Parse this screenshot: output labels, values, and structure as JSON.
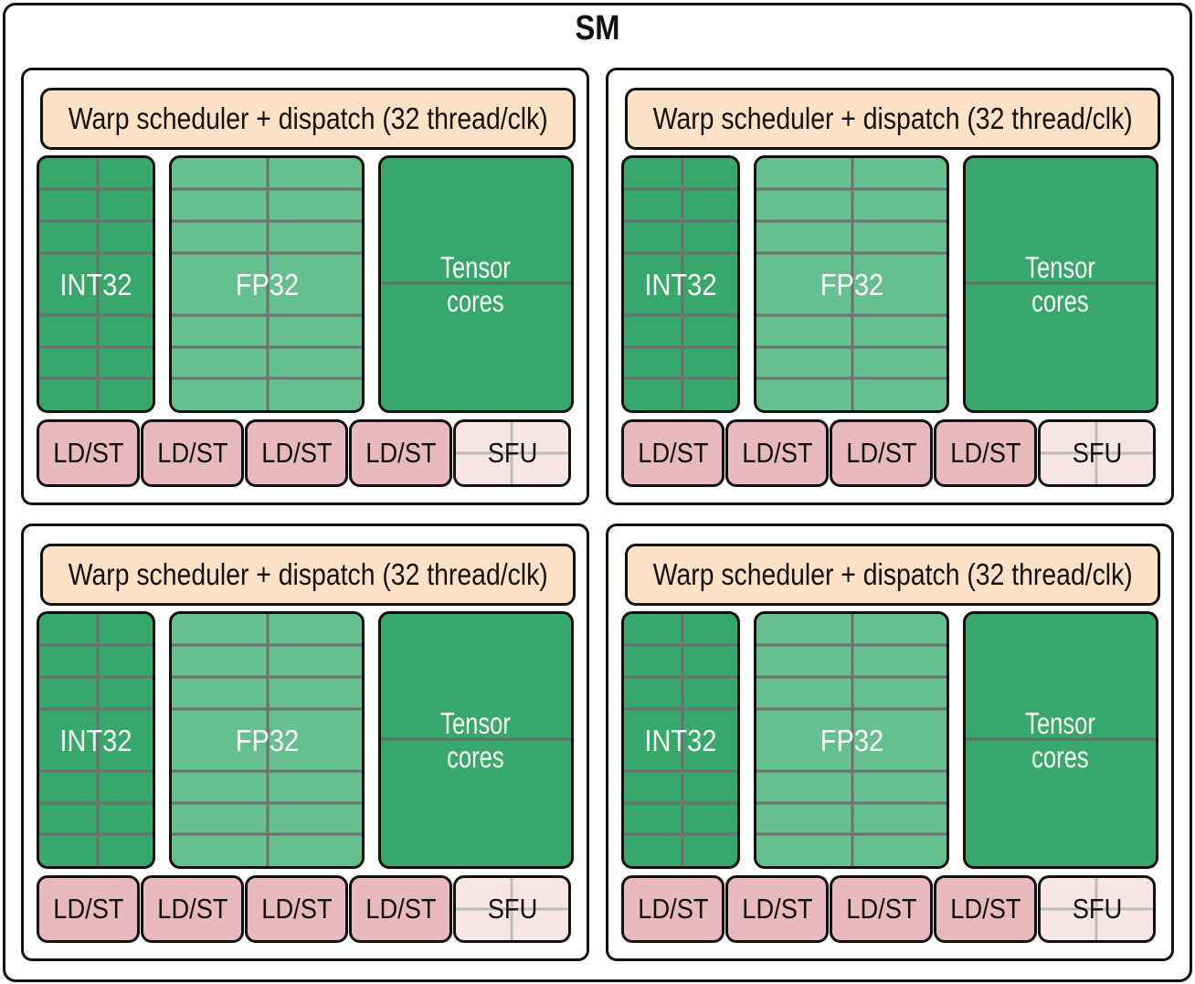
{
  "sm": {
    "title": "SM"
  },
  "partitions": [
    {
      "warp_scheduler": "Warp scheduler +  dispatch (32 thread/clk)",
      "int32": "INT32",
      "fp32": "FP32",
      "tensor": [
        "Tensor",
        "cores"
      ],
      "ldst": [
        "LD/ST",
        "LD/ST",
        "LD/ST",
        "LD/ST"
      ],
      "sfu": "SFU"
    },
    {
      "warp_scheduler": "Warp scheduler +  dispatch (32 thread/clk)",
      "int32": "INT32",
      "fp32": "FP32",
      "tensor": [
        "Tensor",
        "cores"
      ],
      "ldst": [
        "LD/ST",
        "LD/ST",
        "LD/ST",
        "LD/ST"
      ],
      "sfu": "SFU"
    },
    {
      "warp_scheduler": "Warp scheduler +  dispatch (32 thread/clk)",
      "int32": "INT32",
      "fp32": "FP32",
      "tensor": [
        "Tensor",
        "cores"
      ],
      "ldst": [
        "LD/ST",
        "LD/ST",
        "LD/ST",
        "LD/ST"
      ],
      "sfu": "SFU"
    },
    {
      "warp_scheduler": "Warp scheduler +  dispatch (32 thread/clk)",
      "int32": "INT32",
      "fp32": "FP32",
      "tensor": [
        "Tensor",
        "cores"
      ],
      "ldst": [
        "LD/ST",
        "LD/ST",
        "LD/ST",
        "LD/ST"
      ],
      "sfu": "SFU"
    }
  ],
  "colors": {
    "int32_fill": "#37a86b",
    "fp32_fill": "#66bf8f",
    "tensor_fill": "#37a86b",
    "warp_fill": "#fce1c6",
    "ldst_fill": "#e8b9bd",
    "sfu_fill": "#f8e6e6",
    "grid_line": "#6f6f6f",
    "border": "#111111"
  }
}
